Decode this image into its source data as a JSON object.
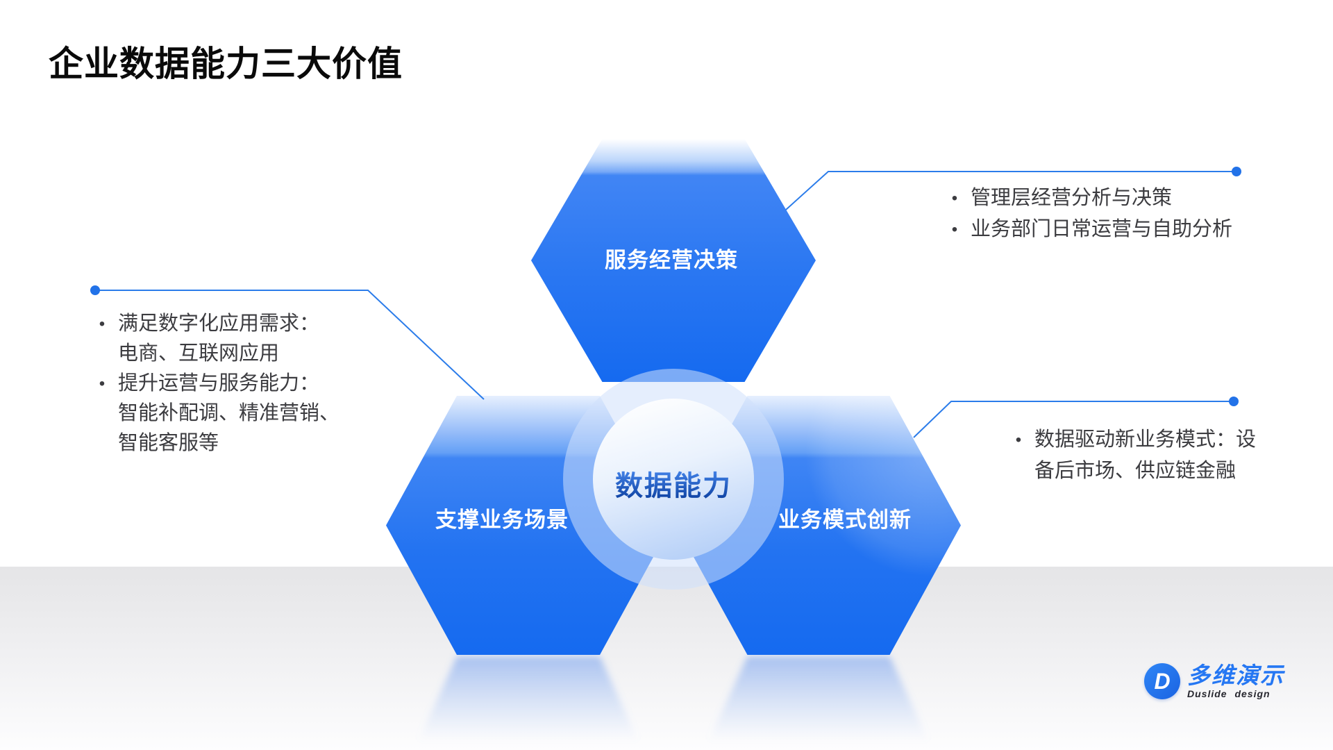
{
  "slide": {
    "title": "企业数据能力三大价值"
  },
  "diagram": {
    "center_label": "数据能力",
    "hexagons": [
      {
        "id": "top",
        "label": "服务经营决策"
      },
      {
        "id": "bottom_left",
        "label": "支撑业务场景"
      },
      {
        "id": "bottom_right",
        "label": "业务模式创新"
      }
    ],
    "colors": {
      "hex_blue": "#156af0",
      "hex_light_band": "#9cc0f9",
      "leader_line": "#2b7cea",
      "center_text_blue": "#1556c0",
      "annotation_text": "#3c3c40",
      "title_color": "#0a0a0a",
      "floor_gray": "#e5e5e7"
    }
  },
  "annotations": {
    "bullet_glyph": "•",
    "top_right": {
      "items": [
        "管理层经营分析与决策",
        "业务部门日常运营与自助分析"
      ]
    },
    "left": {
      "items": [
        "满足数字化应用需求：\n电商、互联网应用",
        "提升运营与服务能力：\n智能补配调、精准营销、\n智能客服等"
      ]
    },
    "right": {
      "items": [
        "数据驱动新业务模式：设\n备后市场、供应链金融"
      ]
    }
  },
  "logo": {
    "mark": "D",
    "name": "多维演示",
    "subtitle": "Duslide design"
  }
}
